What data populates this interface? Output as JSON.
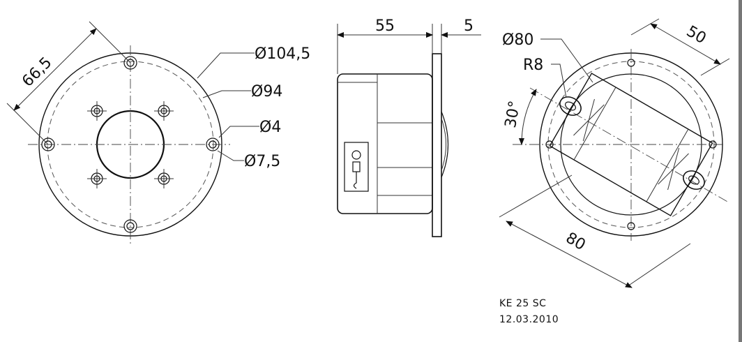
{
  "dimensions": {
    "front_view": {
      "diagonal": "66,5",
      "outer_diameter": "Ø104,5",
      "bolt_circle": "Ø94",
      "small_hole": "Ø4",
      "hole_with_countersink": "Ø7,5"
    },
    "side_view": {
      "body_depth": "55",
      "flange_thickness": "5"
    },
    "mounting_view": {
      "cutout_diameter": "Ø80",
      "corner_radius": "R8",
      "width_across": "50",
      "length_across": "80",
      "angle": "30°"
    }
  },
  "caption": {
    "model": "KE 25 SC",
    "date": "12.03.2010"
  }
}
